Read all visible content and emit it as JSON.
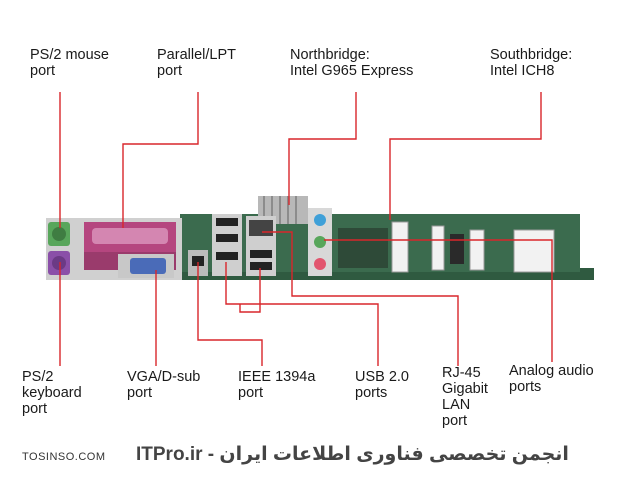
{
  "labels": {
    "ps2_mouse": "PS/2 mouse\nport",
    "parallel": "Parallel/LPT\nport",
    "northbridge": "Northbridge:\nIntel G965 Express",
    "southbridge": "Southbridge:\nIntel ICH8",
    "ps2_keyboard": "PS/2\nkeyboard\nport",
    "vga": "VGA/D-sub\nport",
    "ieee1394": "IEEE 1394a\nport",
    "usb": "USB 2.0\nports",
    "rj45": "RJ-45\nGigabit\nLAN\nport",
    "analog_audio": "Analog audio\nports"
  },
  "watermark": {
    "left": "TOSINSO.COM",
    "right": "ITPro.ir - انجمن تخصصی فناوری اطلاعات ایران"
  },
  "colors": {
    "leader_line": "#d9262b",
    "board": "#3b6b4e",
    "ps2_keyboard": "#8a4fa8",
    "ps2_mouse": "#58a65b",
    "parallel": "#b5467f",
    "vga": "#4a6bb8"
  }
}
